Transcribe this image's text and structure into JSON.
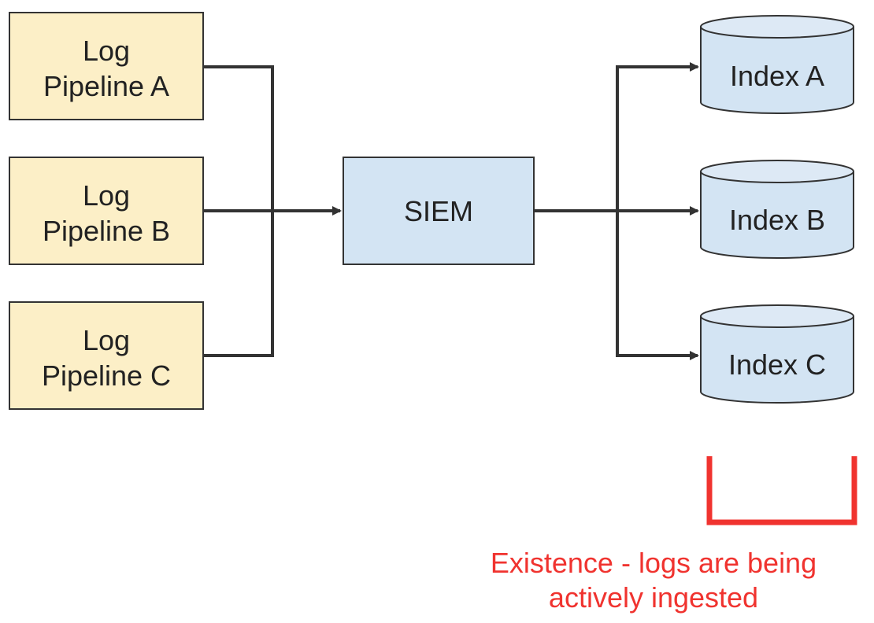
{
  "pipelines": [
    {
      "line1": "Log",
      "line2": "Pipeline A"
    },
    {
      "line1": "Log",
      "line2": "Pipeline B"
    },
    {
      "line1": "Log",
      "line2": "Pipeline C"
    }
  ],
  "siem": {
    "label": "SIEM"
  },
  "indexes": [
    {
      "label": "Index A"
    },
    {
      "label": "Index B"
    },
    {
      "label": "Index C"
    }
  ],
  "annotation": {
    "line1": "Existence - logs are being",
    "line2": "actively ingested"
  },
  "colors": {
    "pipeline_fill": "#fcefc7",
    "siem_fill": "#d3e4f3",
    "index_fill": "#d3e4f3",
    "stroke": "#333333",
    "annotation": "#f0332f"
  }
}
